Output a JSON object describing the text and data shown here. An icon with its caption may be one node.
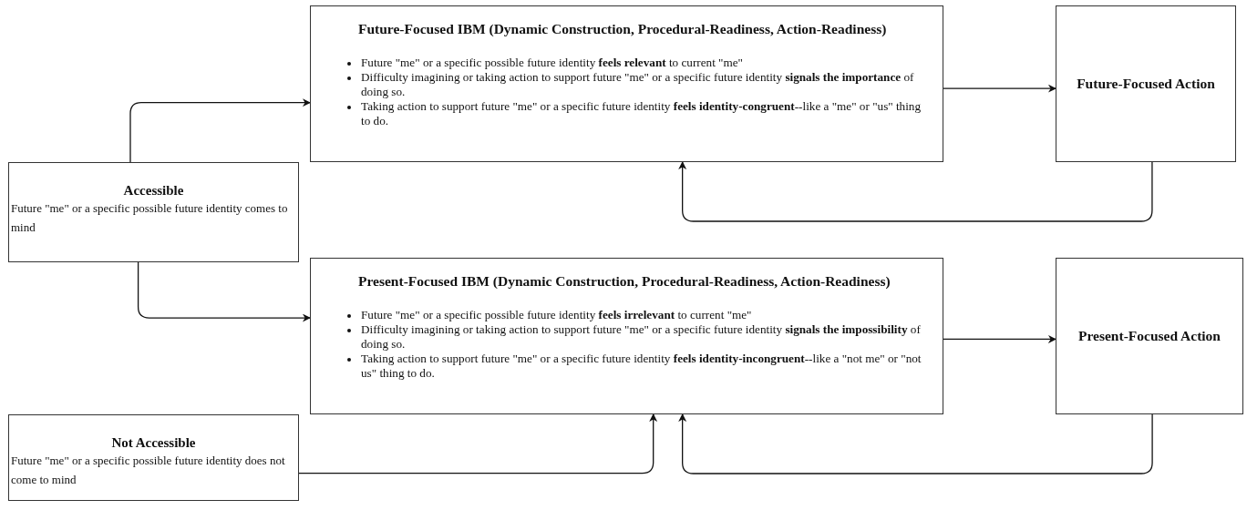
{
  "diagram": {
    "nodes": [
      {
        "text": [
          "Future-Focused IBM (Dynamic Construction, Procedural-Readiness, Action-Readiness)",
          "Future \"me\" or a specific possible future identity **feels relevant** to current \"me\"",
          "Difficulty imagining or taking action to support future \"me\" or a specific future identity **signals the importance** of doing so.",
          "Taking action to support future \"me\" or a specific future identity **feels identity-congruent**--like a \"me\" or \"us\" thing to do."
        ]
      },
      {
        "text": [
          "Future-Focused Action"
        ]
      },
      {
        "text": [
          "Accessible",
          "Future \"me\" or a specific possible future identity comes to mind"
        ]
      },
      {
        "text": [
          "Present-Focused IBM (Dynamic Construction, Procedural-Readiness, Action-Readiness)",
          "Future \"me\" or a specific possible future identity **feels irrelevant** to current \"me\"",
          "Difficulty imagining or taking action to support future \"me\" or a specific future identity **signals the impossibility** of doing so.",
          "Taking action to support future \"me\" or a specific future identity **feels identity-incongruent**--like a \"not me\" or \"not us\" thing to do."
        ]
      },
      {
        "text": [
          "Present-Focused Action"
        ]
      },
      {
        "text": [
          "Not Accessible",
          "Future \"me\" or a specific possible future identity does not come to mind"
        ]
      }
    ],
    "edges": [
      {
        "from": 2,
        "to": 0,
        "arrow": "to"
      },
      {
        "from": 0,
        "to": 1,
        "arrow": "to"
      },
      {
        "from": 1,
        "to": 0,
        "arrow": "to"
      },
      {
        "from": 2,
        "to": 3,
        "arrow": "to"
      },
      {
        "from": 3,
        "to": 4,
        "arrow": "to"
      },
      {
        "from": 4,
        "to": 3,
        "arrow": "to"
      },
      {
        "from": 5,
        "to": 3,
        "arrow": "to"
      }
    ]
  }
}
